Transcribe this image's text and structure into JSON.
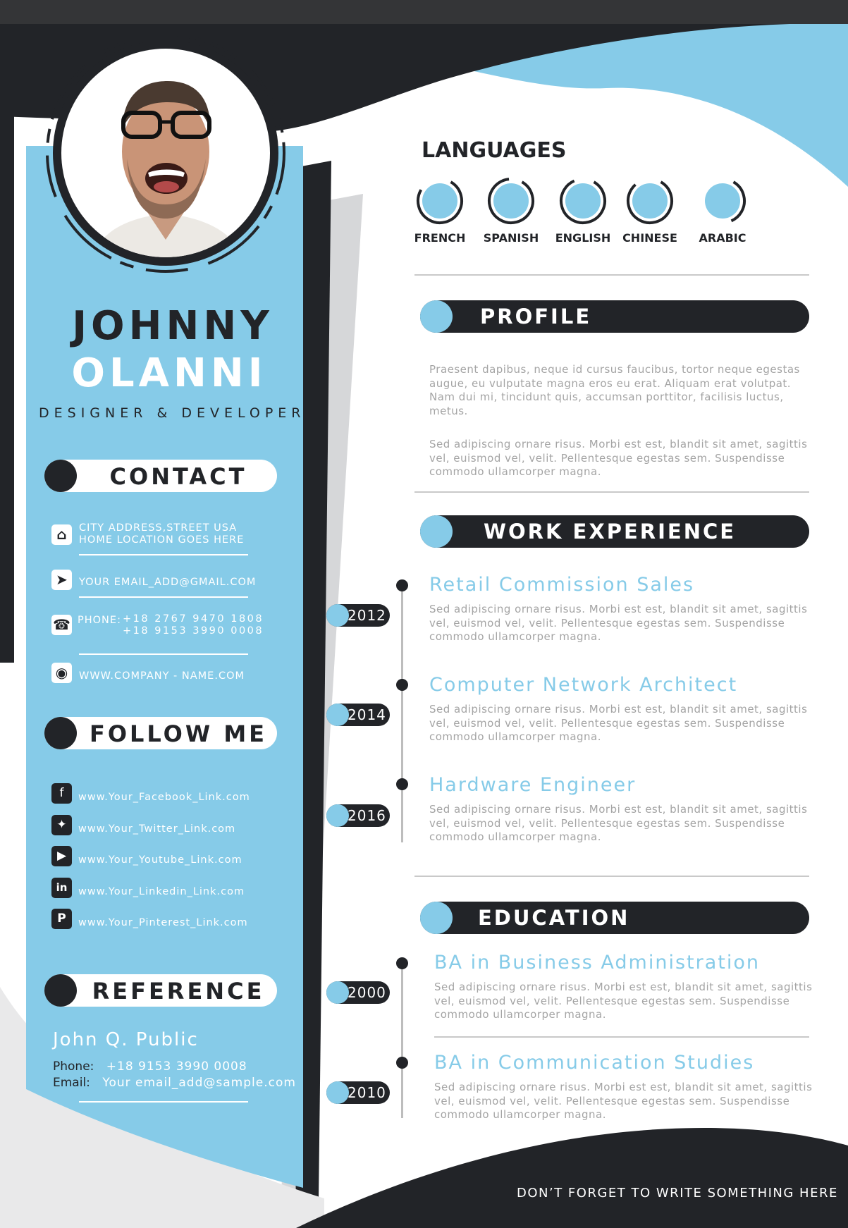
{
  "colors": {
    "accent": "#86cbe8",
    "dark": "#222428",
    "gray_text": "#a4a4a4"
  },
  "person": {
    "first_name": "JOHNNY",
    "last_name": "OLANNI",
    "role": "DESIGNER & DEVELOPER"
  },
  "contact": {
    "title": "CONTACT",
    "address_line1": "CITY ADDRESS,STREET USA",
    "address_line2": "HOME LOCATION GOES HERE",
    "email": "YOUR EMAIL_ADD@GMAIL.COM",
    "phone_label": "PHONE:",
    "phone1": "+18 2767 9470 1808",
    "phone2": "+18 9153 3990 0008",
    "website": "WWW.COMPANY -  NAME.COM",
    "icons": [
      "home-icon",
      "send-icon",
      "phone-icon",
      "globe-icon"
    ]
  },
  "follow": {
    "title": "FOLLOW ME",
    "links": [
      {
        "icon": "facebook-icon",
        "text": "www.Your_Facebook_Link.com"
      },
      {
        "icon": "twitter-icon",
        "text": "www.Your_Twitter_Link.com"
      },
      {
        "icon": "youtube-icon",
        "text": "www.Your_Youtube_Link.com"
      },
      {
        "icon": "linkedin-icon",
        "text": "www.Your_Linkedin_Link.com"
      },
      {
        "icon": "pinterest-icon",
        "text": "www.Your_Pinterest_Link.com"
      }
    ]
  },
  "reference": {
    "title": "REFERENCE",
    "name": "John Q. Public",
    "phone_label": "Phone:",
    "phone": "+18 9153 3990 0008",
    "email_label": "Email:",
    "email": "Your email_add@sample.com"
  },
  "languages": {
    "title": "LANGUAGES",
    "items": [
      {
        "name": "FRENCH",
        "level": 0.75
      },
      {
        "name": "SPANISH",
        "level": 0.9
      },
      {
        "name": "ENGLISH",
        "level": 0.85
      },
      {
        "name": "CHINESE",
        "level": 0.8
      },
      {
        "name": "ARABIC",
        "level": 0.35
      }
    ]
  },
  "profile": {
    "title": "PROFILE",
    "p1": "Praesent dapibus, neque id cursus faucibus, tortor neque egestas augue, eu vulputate magna eros eu erat. Aliquam erat volutpat. Nam dui mi, tincidunt quis, accumsan porttitor, facilisis luctus, metus.",
    "p2": "Sed adipiscing ornare risus. Morbi est est, blandit sit amet, sagittis vel, euismod vel, velit. Pellentesque egestas sem. Suspendisse commodo ullamcorper magna."
  },
  "work": {
    "title": "WORK EXPERIENCE",
    "items": [
      {
        "year": "2012",
        "title": "Retail Commission Sales",
        "desc": "Sed adipiscing ornare risus. Morbi est est, blandit sit amet, sagittis vel, euismod vel, velit. Pellentesque egestas sem. Suspendisse commodo ullamcorper magna."
      },
      {
        "year": "2014",
        "title": "Computer Network Architect",
        "desc": "Sed adipiscing ornare risus. Morbi est est, blandit sit amet, sagittis vel, euismod vel, velit. Pellentesque egestas sem. Suspendisse commodo ullamcorper magna."
      },
      {
        "year": "2016",
        "title": "Hardware Engineer",
        "desc": "Sed adipiscing ornare risus. Morbi est est, blandit sit amet, sagittis vel, euismod vel, velit. Pellentesque egestas sem. Suspendisse commodo ullamcorper magna."
      }
    ]
  },
  "education": {
    "title": "EDUCATION",
    "items": [
      {
        "year": "2000",
        "title": "BA in Business Administration",
        "desc": "Sed adipiscing ornare risus. Morbi est est, blandit sit amet, sagittis vel, euismod vel, velit. Pellentesque egestas sem. Suspendisse commodo ullamcorper magna."
      },
      {
        "year": "2010",
        "title": "BA in Communication Studies",
        "desc": "Sed adipiscing ornare risus. Morbi est est, blandit sit amet, sagittis vel, euismod vel, velit. Pellentesque egestas sem. Suspendisse commodo ullamcorper magna."
      }
    ]
  },
  "footer": {
    "text": "DON’T FORGET TO WRITE SOMETHING HERE"
  }
}
